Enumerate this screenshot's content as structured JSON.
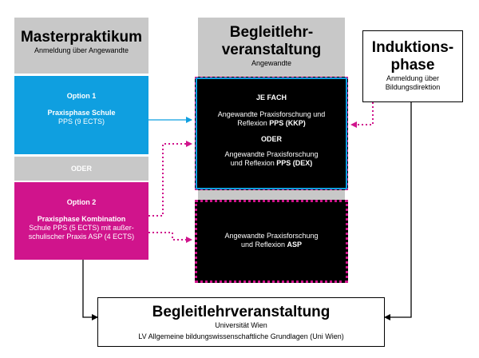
{
  "colors": {
    "grey": "#c8c8c8",
    "cyan": "#0f9fe0",
    "magenta": "#d0148c",
    "black": "#000000"
  },
  "master": {
    "title": "Masterpraktikum",
    "subtitle": "Anmeldung über Angewandte"
  },
  "option1": {
    "label": "Option 1",
    "name": "Praxisphase Schule",
    "detail": "PPS (9 ECTS)"
  },
  "oder_left": "ODER",
  "option2": {
    "label": "Option 2",
    "name": "Praxisphase Kombination",
    "detail_line1": "Schule PPS (5 ECTS) mit außer-",
    "detail_line2": "schulischer Praxis ASP (4 ECTS)"
  },
  "begleit": {
    "title_line1": "Begleitlehr-",
    "title_line2": "veranstaltung",
    "subtitle": "Angewandte"
  },
  "box_top": {
    "heading": "JE FACH",
    "line1": "Angewandte Praxisforschung und",
    "line2_prefix": "Reflexion ",
    "line2_bold": "PPS (KKP)",
    "oder": "ODER",
    "line3": "Angewandte Praxisforschung",
    "line4_prefix": "und Reflexion ",
    "line4_bold": "PPS (DEX)"
  },
  "box_bottom": {
    "line1": "Angewandte Praxisforschung",
    "line2_prefix": "und Reflexion ",
    "line2_bold": "ASP"
  },
  "induktion": {
    "title_line1": "Induktions-",
    "title_line2": "phase",
    "sub_line1": "Anmeldung über",
    "sub_line2": "Bildungsdirektion"
  },
  "bottom": {
    "title": "Begleitlehrveranstaltung",
    "subtitle": "Universität Wien",
    "detail": "LV Allgemeine bildungswissenschaftliche Grundlagen (Uni Wien)"
  }
}
